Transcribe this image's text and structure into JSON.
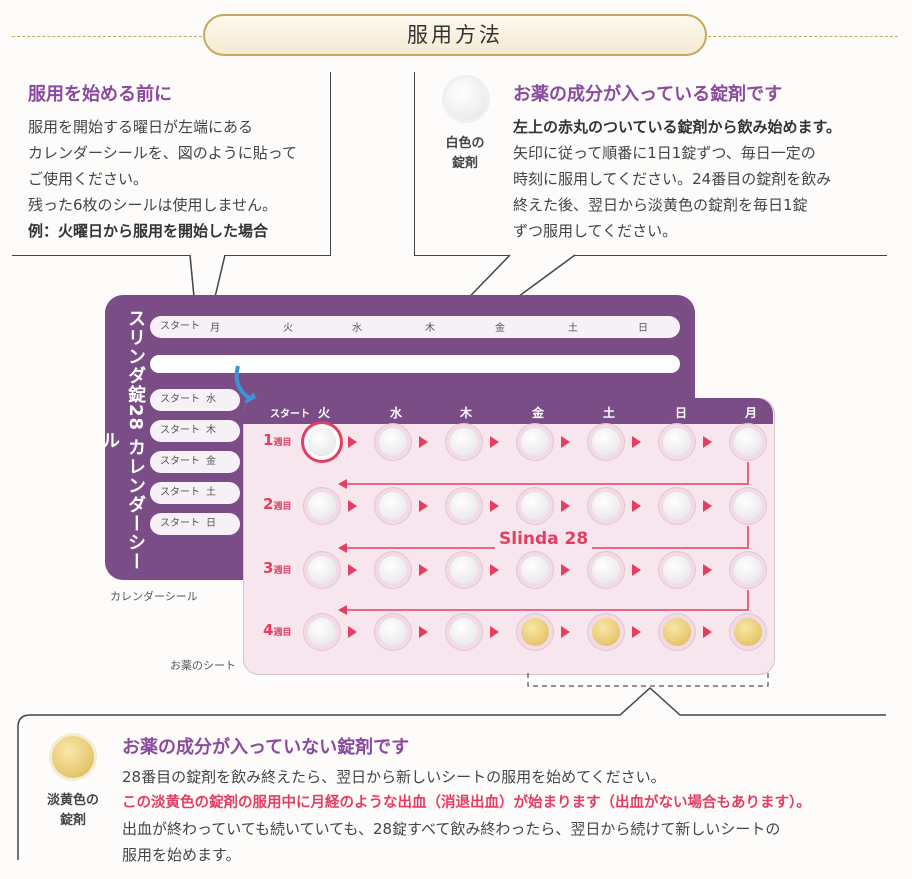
{
  "header": {
    "title": "服用方法"
  },
  "before": {
    "heading": "服用を始める前に",
    "lines": [
      "服用を開始する曜日が左端にある",
      "カレンダーシールを、図のように貼って",
      "ご使用ください。",
      "残った6枚のシールは使用しません。"
    ],
    "example": "例：火曜日から服用を開始した場合"
  },
  "active": {
    "heading": "お薬の成分が入っている錠剤です",
    "pill_label": [
      "白色の",
      "錠剤"
    ],
    "bold_line": "左上の赤丸のついている錠剤から飲み始めます。",
    "lines": [
      "矢印に従って順番に1日1錠ずつ、毎日一定の",
      "時刻に服用してください。24番目の錠剤を飲み",
      "終えた後、翌日から淡黄色の錠剤を毎日1錠",
      "ずつ服用してください。"
    ]
  },
  "sticker": {
    "vertical_title": "スリンダ錠28 カレンダーシール",
    "start": "スタート",
    "top_days": [
      "月",
      "火",
      "水",
      "木",
      "金",
      "土",
      "日"
    ],
    "side_days": [
      "水",
      "木",
      "金",
      "土",
      "日"
    ],
    "caption": "カレンダーシール"
  },
  "sheet": {
    "start": "スタート",
    "days": [
      "火",
      "水",
      "木",
      "金",
      "土",
      "日",
      "月"
    ],
    "weeks": [
      {
        "num": "1",
        "unit": "週目"
      },
      {
        "num": "2",
        "unit": "週目"
      },
      {
        "num": "3",
        "unit": "週目"
      },
      {
        "num": "4",
        "unit": "週目"
      }
    ],
    "brand": "Slinda 28",
    "caption": "お薬のシート"
  },
  "inactive": {
    "heading": "お薬の成分が入っていない錠剤です",
    "pill_label": [
      "淡黄色の",
      "錠剤"
    ],
    "line1": "28番目の錠剤を飲み終えたら、翌日から新しいシートの服用を始めてください。",
    "pink_line": "この淡黄色の錠剤の服用中に月経のような出血（消退出血）が始まります（出血がない場合もあります）。",
    "line3": "出血が終わっていても続いていても、28錠すべて飲み終わったら、翌日から続けて新しいシートの",
    "line4": "服用を始めます。"
  },
  "colors": {
    "purple": "#7b4d86",
    "accent_pink": "#e43f63",
    "gold": "#c9a85e"
  }
}
